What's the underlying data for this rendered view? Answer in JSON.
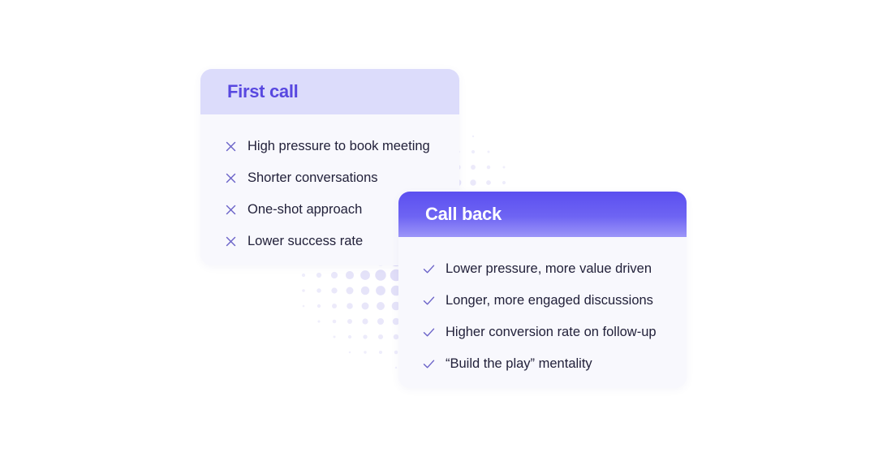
{
  "colors": {
    "accent": "#5848e0",
    "header_light": "#dcdcfb",
    "header_gradient_top": "#5b4ff0",
    "card_bg": "#f8f8fd",
    "dot": "#d9d6f6",
    "text": "#22213a"
  },
  "first_call": {
    "title": "First call",
    "icon": "x-icon",
    "items": [
      "High pressure to book meeting",
      "Shorter conversations",
      "One-shot approach",
      "Lower success rate"
    ]
  },
  "call_back": {
    "title": "Call back",
    "icon": "check-icon",
    "items": [
      "Lower pressure, more value driven",
      "Longer, more engaged discussions",
      "Higher conversion rate on follow-up",
      "“Build the play” mentality"
    ]
  }
}
